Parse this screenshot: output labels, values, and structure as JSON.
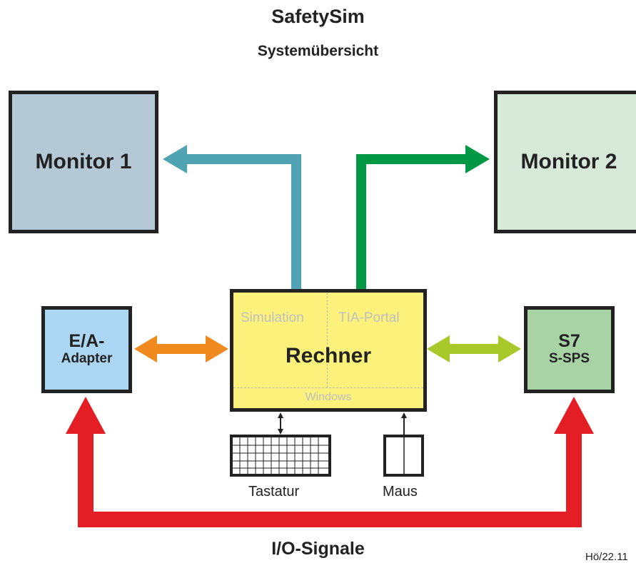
{
  "header": {
    "title": "SafetySim",
    "subtitle": "Systemübersicht"
  },
  "nodes": {
    "monitor1": {
      "label": "Monitor 1"
    },
    "monitor2": {
      "label": "Monitor 2"
    },
    "ea_adapter": {
      "line1": "E/A-",
      "line2": "Adapter"
    },
    "s7": {
      "line1": "S7",
      "line2": "S-SPS"
    },
    "rechner": {
      "label": "Rechner",
      "left_area": "Simulation",
      "right_area": "TIA-Portal",
      "bottom_area": "Windows"
    },
    "keyboard": {
      "label": "Tastatur"
    },
    "mouse": {
      "label": "Maus"
    }
  },
  "connections": {
    "bottom_label": "I/O-Signale"
  },
  "footer": {
    "text": "Hö/22.11"
  },
  "colors": {
    "monitor1_bg": "#b5c8d5",
    "monitor2_bg": "#d7e9d8",
    "adapter_bg": "#abd7f4",
    "s7_bg": "#a7d3a5",
    "rechner_bg": "#fcf17a",
    "arrow_monitor1": "#4fa3b3",
    "arrow_monitor2": "#009845",
    "arrow_adapter": "#f08a1e",
    "arrow_s7": "#a9c92a",
    "arrow_io": "#e31e24"
  }
}
